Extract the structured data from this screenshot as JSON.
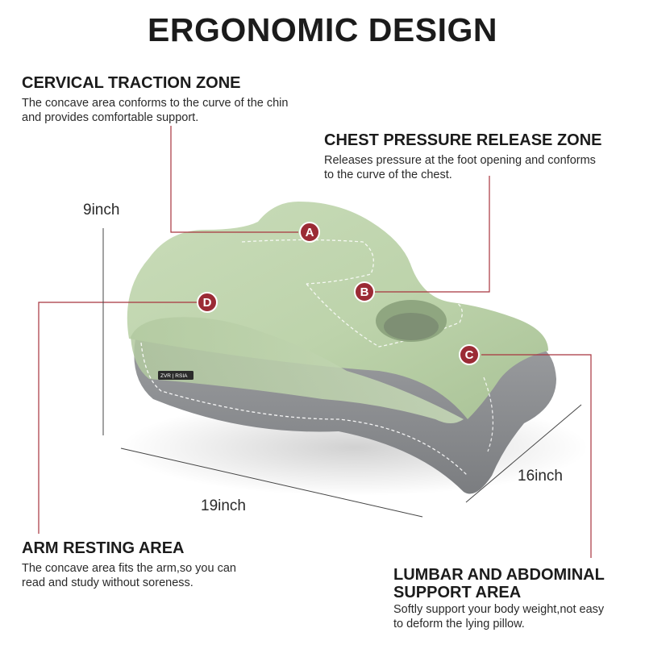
{
  "title": "ERGONOMIC DESIGN",
  "zones": {
    "cervical": {
      "marker": "A",
      "title": "CERVICAL TRACTION ZONE",
      "desc_line1": "The concave area conforms to the curve of the chin",
      "desc_line2": "and provides comfortable support."
    },
    "chest": {
      "marker": "B",
      "title": "CHEST PRESSURE RELEASE ZONE",
      "desc_line1": "Releases pressure at the foot opening and conforms",
      "desc_line2": "to the curve of the chest."
    },
    "lumbar": {
      "marker": "C",
      "title_line1": "LUMBAR AND ABDOMINAL",
      "title_line2": "SUPPORT AREA",
      "desc_line1": "Softly support your body weight,not easy",
      "desc_line2": "to deform the lying pillow."
    },
    "arm": {
      "marker": "D",
      "title": "ARM RESTING AREA",
      "desc_line1": "The concave area fits the arm,so you can",
      "desc_line2": "read and study without soreness."
    }
  },
  "dimensions": {
    "height": "9inch",
    "width": "19inch",
    "depth": "16inch"
  },
  "brand_tag": "ZVR | RSIA",
  "colors": {
    "marker": "#9b2b35",
    "leader_line": "#a8343e",
    "foam_green": "#c4d8b4",
    "base_gray": "#8c8e91"
  }
}
